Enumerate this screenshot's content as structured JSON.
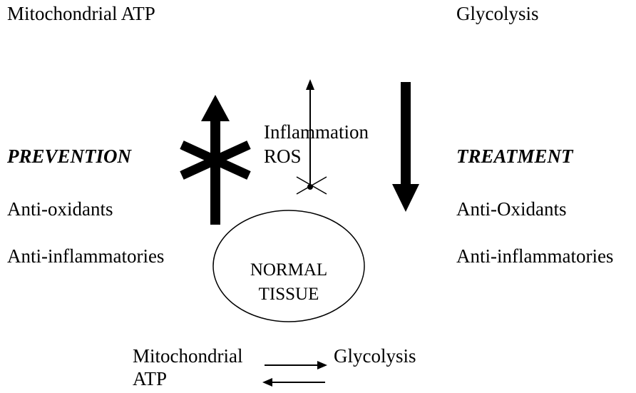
{
  "top_left_label": "Mitochondrial ATP",
  "top_right_label": "Glycolysis",
  "prevention": {
    "heading": "PREVENTION",
    "items": [
      "Anti-oxidants",
      "Anti-inflammatories"
    ]
  },
  "treatment": {
    "heading": "TREATMENT",
    "items": [
      "Anti-Oxidants",
      "Anti-inflammatories"
    ]
  },
  "center_label": {
    "line1": "Inflammation",
    "line2": "ROS"
  },
  "tissue": {
    "line1": "NORMAL",
    "line2": "TISSUE"
  },
  "bottom_left": {
    "line1": "Mitochondrial",
    "line2": "ATP"
  },
  "bottom_right_label": "Glycolysis",
  "colors": {
    "ink": "#000000",
    "background": "#ffffff"
  }
}
